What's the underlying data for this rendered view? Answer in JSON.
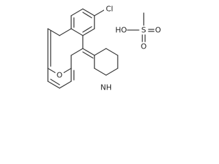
{
  "molecule": {
    "atoms": {
      "chlorine": "Cl",
      "ring_oxygen": "O",
      "piperidine_nitrogen": "NH",
      "hydroxyl": "HO",
      "sulfur": "S",
      "sulfonyl_oxygen_top": "O",
      "sulfonyl_oxygen_bottom": "O"
    }
  }
}
